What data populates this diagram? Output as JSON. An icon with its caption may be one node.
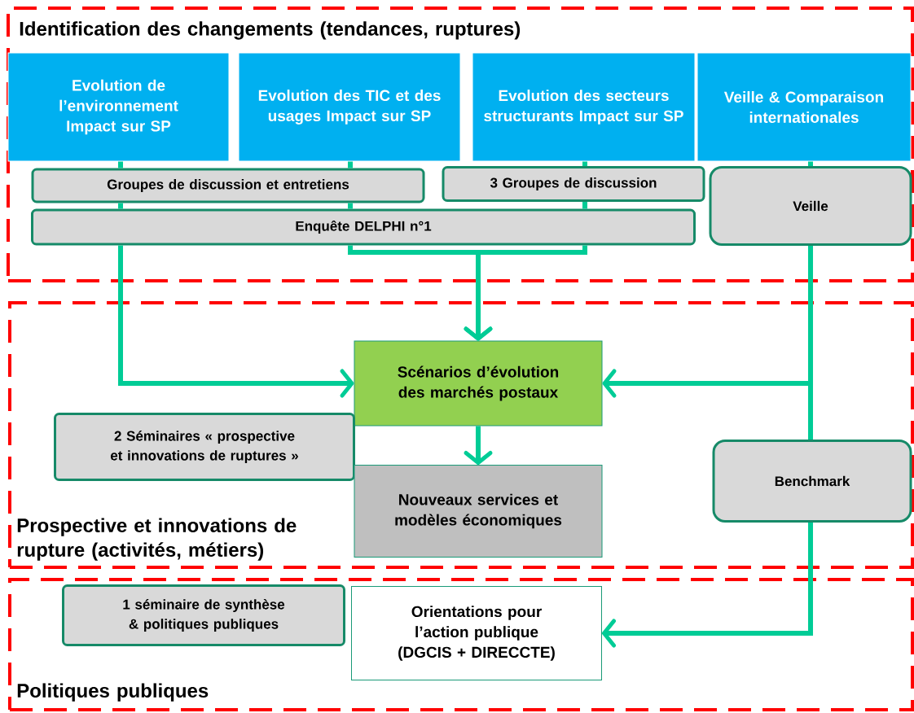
{
  "diagram": {
    "nodes": [
      {
        "text": [
          "Identification des changements (tendances, ruptures)"
        ]
      },
      {
        "text": [
          "Evolution de l’environnement Impact sur SP"
        ],
        "in": 0
      },
      {
        "text": [
          "Evolution des TIC et des usages Impact sur SP"
        ],
        "in": 0
      },
      {
        "text": [
          "Evolution des secteurs structurants Impact sur SP"
        ],
        "in": 0
      },
      {
        "text": [
          "Veille & Comparaison internationales"
        ],
        "in": 0
      },
      {
        "text": [
          "Groupes de discussion et entretiens"
        ],
        "in": 0
      },
      {
        "text": [
          "3 Groupes de discussion"
        ],
        "in": 0
      },
      {
        "text": [
          "Veille"
        ],
        "in": 0
      },
      {
        "text": [
          "Enquête DELPHI n°1"
        ],
        "in": 0
      },
      {
        "text": [
          "Prospective et innovations de rupture (activités, métiers)"
        ]
      },
      {
        "text": [
          "Scénarios d’évolution des marchés postaux"
        ],
        "in": 9
      },
      {
        "text": [
          "2 Séminaires « prospective et innovations de ruptures »"
        ],
        "in": 9
      },
      {
        "text": [
          "Nouveaux services et modèles économiques"
        ],
        "in": 9
      },
      {
        "text": [
          "Benchmark"
        ],
        "in": 9
      },
      {
        "text": [
          "Politiques publiques"
        ]
      },
      {
        "text": [
          "1 séminaire de synthèse & politiques publiques"
        ],
        "in": 14
      },
      {
        "text": [
          "Orientations pour l’action publique (DGCIS + DIRECCTE)"
        ],
        "in": 14
      }
    ],
    "edges": [
      {
        "from": 1,
        "to": 5,
        "arrow": "none"
      },
      {
        "from": 5,
        "to": 8,
        "arrow": "none"
      },
      {
        "from": 8,
        "to": 10,
        "arrow": "to"
      },
      {
        "from": 2,
        "to": 5,
        "arrow": "none"
      },
      {
        "from": 5,
        "to": 8,
        "arrow": "none"
      },
      {
        "from": 8,
        "to": 10,
        "arrow": "to"
      },
      {
        "from": 3,
        "to": 6,
        "arrow": "none"
      },
      {
        "from": 6,
        "to": 8,
        "arrow": "none"
      },
      {
        "from": 8,
        "to": 10,
        "arrow": "to"
      },
      {
        "from": 4,
        "to": 7,
        "arrow": "none"
      },
      {
        "from": 7,
        "to": 10,
        "arrow": "to"
      },
      {
        "from": 7,
        "to": 13,
        "arrow": "none"
      },
      {
        "from": 13,
        "to": 16,
        "arrow": "to"
      },
      {
        "from": 10,
        "to": 12,
        "arrow": "to"
      }
    ]
  }
}
